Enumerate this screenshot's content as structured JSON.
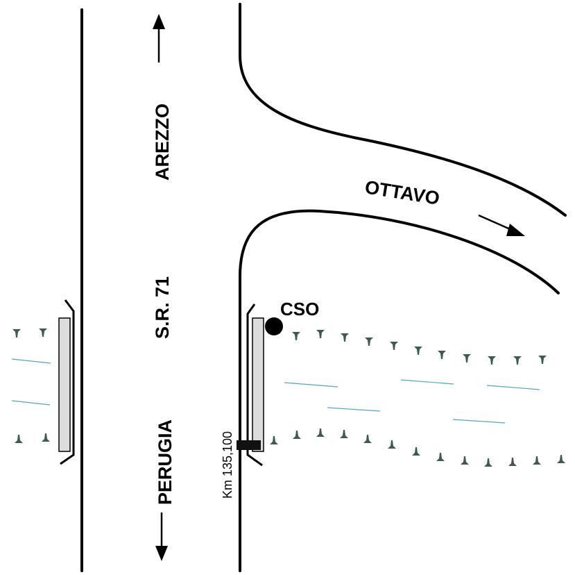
{
  "labels": {
    "north_direction": "AREZZO",
    "road_name": "S.R. 71",
    "south_direction": "PERUGIA",
    "branch_direction": "OTTAVO",
    "point_marker": "CSO",
    "kilometer_marker": "Km 135,100"
  },
  "colors": {
    "road": "#000000",
    "bridge_deck": "#dcdcdc",
    "water": "#4fa6c8",
    "riverbank": "#3f5a55",
    "background": "#ffffff"
  }
}
